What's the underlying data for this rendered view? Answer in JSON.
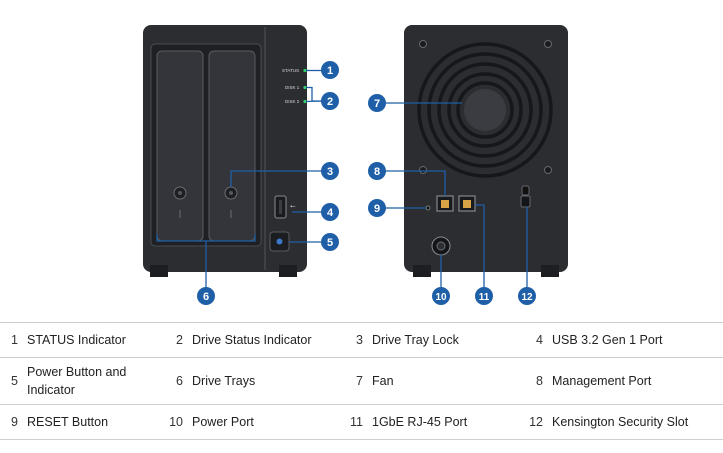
{
  "callouts": [
    "1",
    "2",
    "3",
    "4",
    "5",
    "6",
    "7",
    "8",
    "9",
    "10",
    "11",
    "12"
  ],
  "panel_labels": {
    "status": "STATUS",
    "disk1": "DISK 1",
    "disk2": "DISK 2"
  },
  "legend": [
    {
      "num": "1",
      "label": "STATUS Indicator"
    },
    {
      "num": "2",
      "label": "Drive Status Indicator"
    },
    {
      "num": "3",
      "label": "Drive Tray Lock"
    },
    {
      "num": "4",
      "label": "USB 3.2 Gen 1 Port"
    },
    {
      "num": "5",
      "label": "Power Button and Indicator"
    },
    {
      "num": "6",
      "label": "Drive Trays"
    },
    {
      "num": "7",
      "label": "Fan"
    },
    {
      "num": "8",
      "label": "Management Port"
    },
    {
      "num": "9",
      "label": "RESET Button"
    },
    {
      "num": "10",
      "label": "Power Port"
    },
    {
      "num": "11",
      "label": "1GbE RJ-45 Port"
    },
    {
      "num": "12",
      "label": "Kensington Security Slot"
    }
  ],
  "colors": {
    "callout": "#1f5fa8",
    "body": "#2b2d31",
    "panel": "#3a3c41",
    "led": "#2fd06a"
  }
}
